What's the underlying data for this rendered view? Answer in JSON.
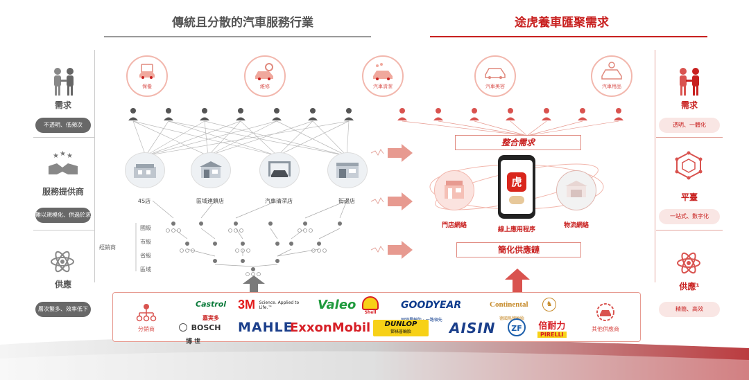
{
  "headers": {
    "left": "傳統且分散的汽車服務行業",
    "right": "途虎養車匯聚需求"
  },
  "left_side": {
    "demand": {
      "title": "需求",
      "desc": "不透明、低頻次"
    },
    "providers": {
      "title": "服務提供商",
      "desc": "難以規模化、供過於求"
    },
    "supply": {
      "title": "供應",
      "desc": "層次繁多、效率低下"
    }
  },
  "right_side": {
    "demand": {
      "title": "需求",
      "desc": "透明、一體化"
    },
    "platform": {
      "title": "平臺",
      "desc": "一站式、數字化"
    },
    "supply": {
      "title": "供應¹",
      "desc": "精簡、高效"
    }
  },
  "left_services": [
    "保養",
    "維修",
    "汽車清潔"
  ],
  "right_services": [
    "汽車美容",
    "汽車用品"
  ],
  "shops": [
    "4S店",
    "區域連鎖店",
    "汽車清潔店",
    "街邊店"
  ],
  "distributor_label": "經銷商",
  "tiers": [
    "國級",
    "市級",
    "省級",
    "區域"
  ],
  "integrate_label": "整合需求",
  "networks": {
    "stores": "門店網絡",
    "app": "線上應用程序",
    "logistics": "物流網絡"
  },
  "simplify_label": "簡化供應鏈",
  "supply_bar": {
    "distributor": "分銷商",
    "other_suppliers": "其他供應商",
    "logos": {
      "castrol": "Castrol",
      "castrol_cn": "嘉実多",
      "three_m": "3M",
      "three_m_tag": "Science. Applied to Life.™",
      "valeo": "Valeo",
      "shell": "Shell",
      "goodyear": "GOODYEAR",
      "goodyear_cn": "固特異輪胎 · 一路領先",
      "continental": "Continental",
      "continental_cn": "德國馬牌輪胎",
      "bosch": "BOSCH",
      "bosch_cn": "博 世",
      "mahle": "MAHLE",
      "exxon": "ExxonMobil",
      "dunlop": "DUNLOP",
      "dunlop_cn": "鄧祿普輪胎",
      "aisin": "AISIN",
      "zf": "ZF",
      "pirelli_cn": "倍耐力",
      "pirelli": "PIRELLI"
    }
  },
  "colors": {
    "accent": "#c8201f",
    "pink": "#f2b7ad",
    "grey": "#686868"
  }
}
